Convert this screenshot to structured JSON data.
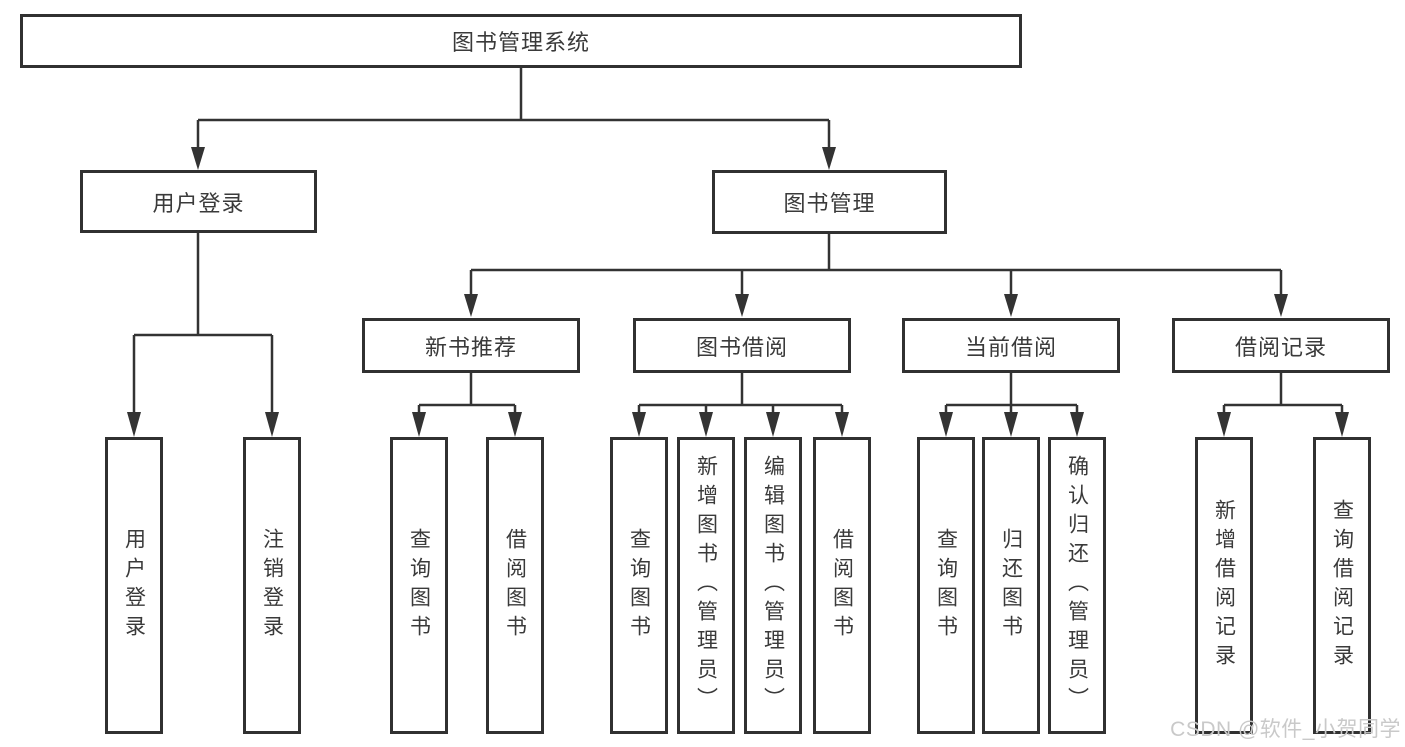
{
  "diagram": {
    "title": "图书管理系统",
    "root": {
      "label": "图书管理系统"
    },
    "branches": [
      {
        "label": "用户登录",
        "children": [
          {
            "label": "用户登录"
          },
          {
            "label": "注销登录"
          }
        ]
      },
      {
        "label": "图书管理",
        "children": [
          {
            "label": "新书推荐",
            "children": [
              {
                "label": "查询图书"
              },
              {
                "label": "借阅图书"
              }
            ]
          },
          {
            "label": "图书借阅",
            "children": [
              {
                "label": "查询图书"
              },
              {
                "label": "新增图书（管理员）"
              },
              {
                "label": "编辑图书（管理员）"
              },
              {
                "label": "借阅图书"
              }
            ]
          },
          {
            "label": "当前借阅",
            "children": [
              {
                "label": "查询图书"
              },
              {
                "label": "归还图书"
              },
              {
                "label": "确认归还（管理员）"
              }
            ]
          },
          {
            "label": "借阅记录",
            "children": [
              {
                "label": "新增借阅记录"
              },
              {
                "label": "查询借阅记录"
              }
            ]
          }
        ]
      }
    ]
  },
  "watermark": {
    "text": "CSDN @软件_小贺同学"
  },
  "colors": {
    "line": "#333333",
    "box_border": "#313131",
    "text": "#3a3a3a",
    "background": "#ffffff",
    "watermark": "#c9c9c9"
  }
}
